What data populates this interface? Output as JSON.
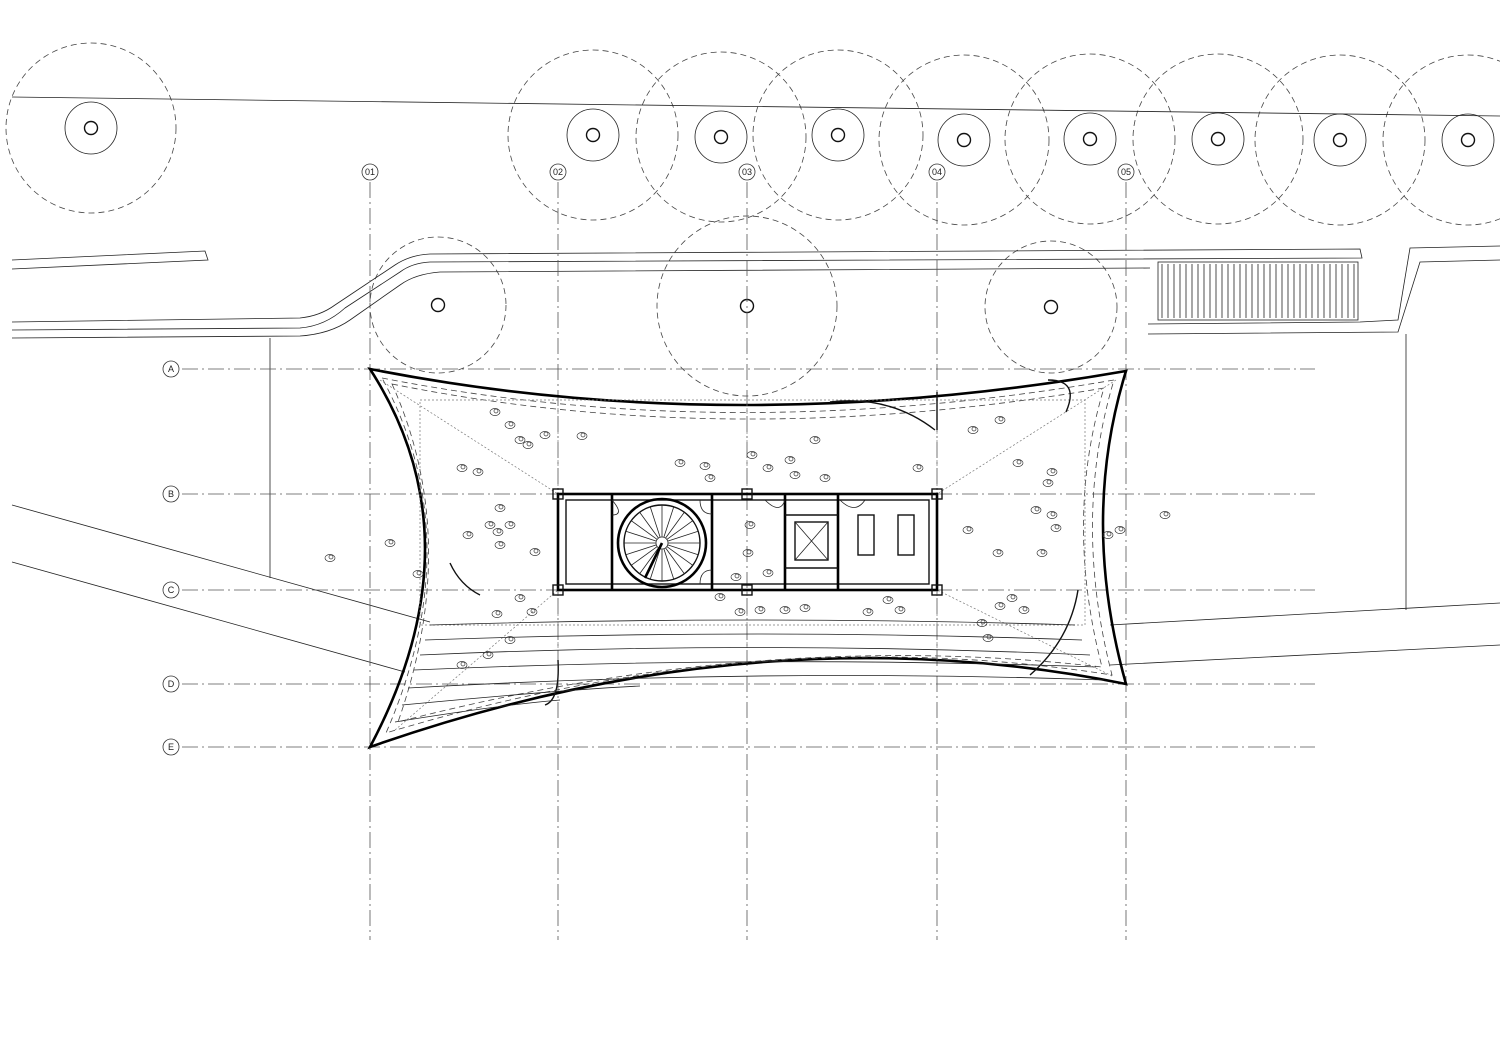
{
  "grid": {
    "columns": [
      {
        "id": "col-01",
        "label": "01"
      },
      {
        "id": "col-02",
        "label": "02"
      },
      {
        "id": "col-03",
        "label": "03"
      },
      {
        "id": "col-04",
        "label": "04"
      },
      {
        "id": "col-05",
        "label": "05"
      }
    ],
    "rows": [
      {
        "id": "row-a",
        "label": "A"
      },
      {
        "id": "row-b",
        "label": "B"
      },
      {
        "id": "row-c",
        "label": "C"
      },
      {
        "id": "row-d",
        "label": "D"
      },
      {
        "id": "row-e",
        "label": "E"
      }
    ]
  },
  "colors": {
    "background": "#ffffff",
    "linework": "#111111"
  }
}
